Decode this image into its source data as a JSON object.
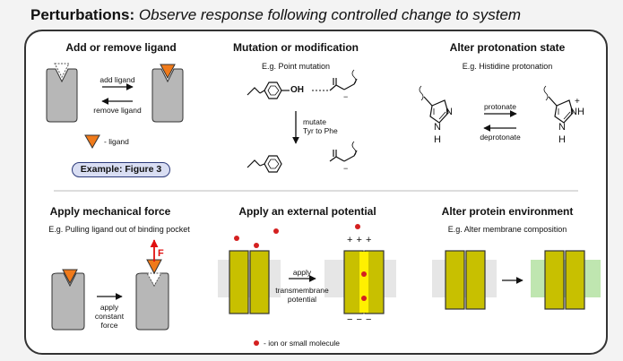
{
  "title": {
    "bold": "Perturbations:",
    "italic": "Observe response following controlled change to system"
  },
  "panels": {
    "ligand": {
      "heading": "Add or remove ligand",
      "add_label": "add ligand",
      "remove_label": "remove ligand",
      "legend_label": "- ligand",
      "example_button": "Example: Figure 3"
    },
    "mutation": {
      "heading": "Mutation or modification",
      "subtitle": "E.g. Point mutation",
      "oh_label": "OH",
      "minus_top": "−",
      "minus_bottom": "−",
      "arrow_label_line1": "mutate",
      "arrow_label_line2": "Tyr to Phe"
    },
    "protonation": {
      "heading": "Alter protonation state",
      "subtitle": "E.g. Histidine protonation",
      "protonate_label": "protonate",
      "deprotonate_label": "deprotonate",
      "n_left": "N",
      "nh_left": "N",
      "h_left": "H",
      "nh_right_top": "NH",
      "plus_right": "+",
      "n_right": "N",
      "h_right": "H"
    },
    "mechanical": {
      "heading": "Apply mechanical force",
      "subtitle": "E.g. Pulling ligand out of binding pocket",
      "force_label": "F",
      "arrow_line1": "apply",
      "arrow_line2": "constant",
      "arrow_line3": "force"
    },
    "potential": {
      "heading": "Apply an external potential",
      "plus_signs": "+  +  +",
      "minus_signs": "−  −  −",
      "arrow_line1": "apply",
      "arrow_line2": "transmembrane",
      "arrow_line3": "potential",
      "legend_label": "- ion or small molecule"
    },
    "environment": {
      "heading": "Alter protein environment",
      "subtitle": "E.g. Alter membrane composition"
    }
  },
  "colors": {
    "protein_gray": "#b7b7b7",
    "ligand_orange": "#f07a1a",
    "helix_olive": "#c8c000",
    "ion_red": "#d42020",
    "membrane_gray": "#e6e6e6",
    "membrane_green": "#bfe6b0",
    "example_fill": "#d9def3",
    "example_border": "#2c3a7a"
  }
}
